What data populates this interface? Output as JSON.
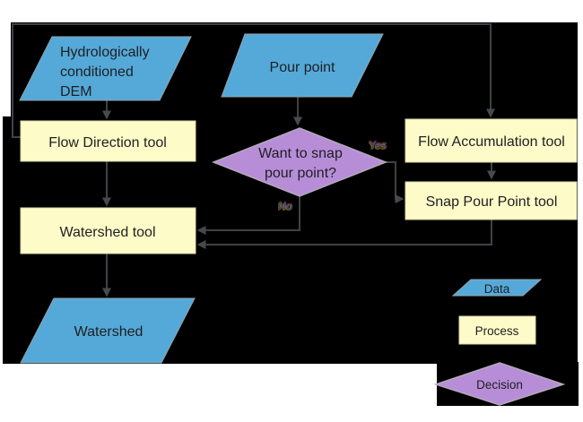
{
  "diagram": {
    "nodes": {
      "dem": {
        "type": "data",
        "lines": [
          "Hydrologically",
          "conditioned",
          "DEM"
        ]
      },
      "pour_point": {
        "type": "data",
        "label": "Pour point"
      },
      "flow_direction": {
        "type": "process",
        "label": "Flow Direction tool"
      },
      "flow_accumulation": {
        "type": "process",
        "label": "Flow Accumulation tool"
      },
      "snap_pour_point": {
        "type": "process",
        "label": "Snap Pour Point tool"
      },
      "decision": {
        "type": "decision",
        "lines": [
          "Want to snap",
          "pour point?"
        ]
      },
      "watershed_tool": {
        "type": "process",
        "label": "Watershed tool"
      },
      "watershed": {
        "type": "data",
        "label": "Watershed"
      }
    },
    "edge_labels": {
      "yes": "Yes",
      "no": "No"
    },
    "legend": {
      "data": "Data",
      "process": "Process",
      "decision": "Decision"
    },
    "colors": {
      "data_fill": "#55a9d8",
      "process_fill": "#fdfbc8",
      "decision_fill": "#b78dd8",
      "connector": "#3e4246",
      "canvas_bg": "#000000",
      "page_bg": "#ffffff",
      "label_text": "#1e1f22"
    }
  }
}
